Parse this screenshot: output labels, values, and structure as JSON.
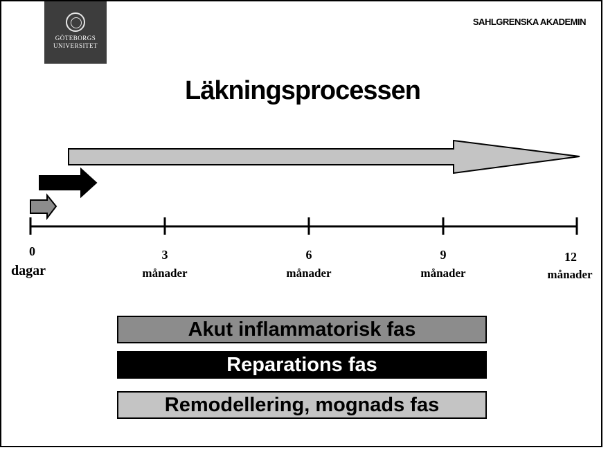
{
  "header": {
    "logo_line1": "GÖTEBORGS",
    "logo_line2": "UNIVERSITET",
    "brand": "SAHLGRENSKA AKADEMIN"
  },
  "title": "Läkningsprocessen",
  "timeline": {
    "ticks": [
      {
        "value": "0",
        "unit": "dagar"
      },
      {
        "value": "3",
        "unit": "månader"
      },
      {
        "value": "6",
        "unit": "månader"
      },
      {
        "value": "9",
        "unit": "månader"
      },
      {
        "value": "12",
        "unit": "månader"
      }
    ]
  },
  "phases": [
    {
      "label": "Akut inflammatorisk fas",
      "color": "#8c8c8c"
    },
    {
      "label": "Reparations fas",
      "color": "#000000"
    },
    {
      "label": "Remodellering, mognads fas",
      "color": "#c4c4c4"
    }
  ],
  "arrows": {
    "acute_color": "#8c8c8c",
    "repair_color": "#000000",
    "remodel_color": "#c4c4c4"
  }
}
